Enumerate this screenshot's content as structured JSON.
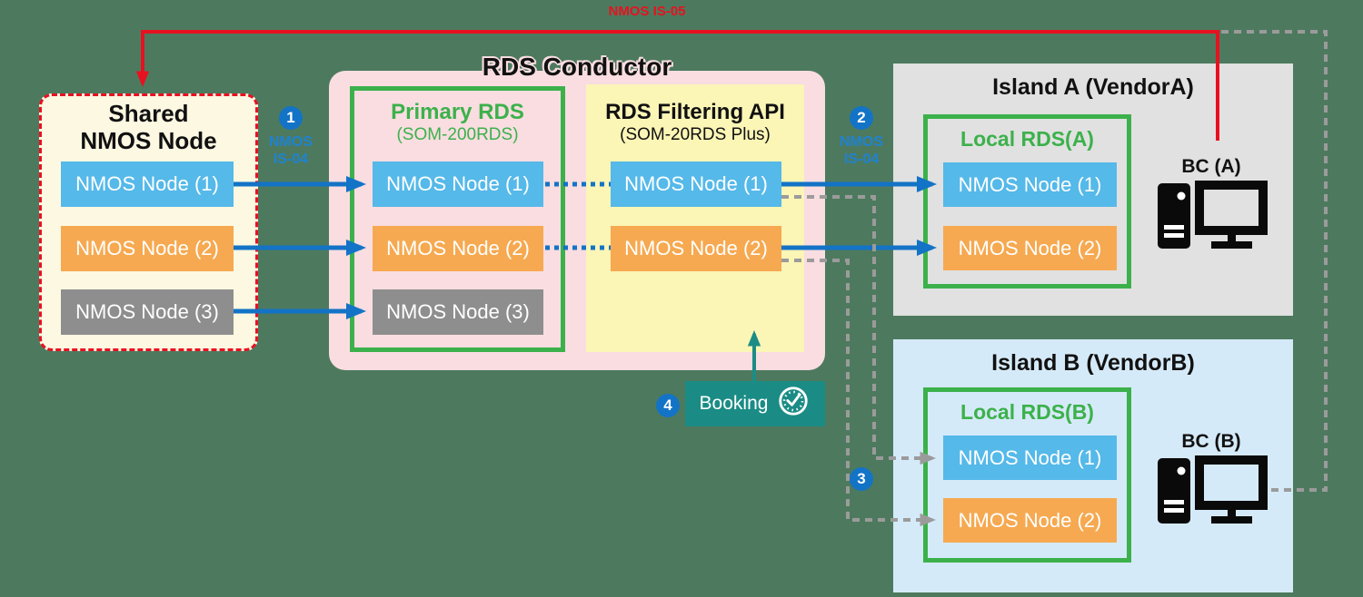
{
  "colors": {
    "bg": "#4d7a5e",
    "pink": "#f9dde1",
    "cream": "#fdf8e1",
    "yellow": "#fbf5b6",
    "island-a-bg": "#e1e1e1",
    "island-b-bg": "#d5eaf8",
    "node-blue": "#55b9e9",
    "node-orange": "#f6a950",
    "node-gray": "#8e8e8e",
    "green": "#3cb14b",
    "arrow-blue": "#1373c6",
    "blue-text": "#1f82d2",
    "red": "#e81120",
    "teal": "#1b8c85",
    "dash-gray": "#9b9b9b",
    "icon-black": "#0a0a0a",
    "title-black": "#111111"
  },
  "labels": {
    "is05": "NMOS IS-05",
    "is04_line1": "NMOS",
    "is04_line2": "IS-04"
  },
  "steps": {
    "s1": "1",
    "s2": "2",
    "s3": "3",
    "s4": "4"
  },
  "shared": {
    "title_line1": "Shared",
    "title_line2": "NMOS Node",
    "nodes": [
      {
        "label": "NMOS Node (1)",
        "color": "blue"
      },
      {
        "label": "NMOS Node (2)",
        "color": "orange"
      },
      {
        "label": "NMOS Node (3)",
        "color": "gray"
      }
    ]
  },
  "conductor": {
    "title": "RDS Conductor",
    "primary": {
      "title": "Primary RDS",
      "subtitle": "(SOM-200RDS)",
      "nodes": [
        {
          "label": "NMOS Node (1)",
          "color": "blue"
        },
        {
          "label": "NMOS Node (2)",
          "color": "orange"
        },
        {
          "label": "NMOS Node (3)",
          "color": "gray"
        }
      ]
    },
    "filtering": {
      "title": "RDS Filtering API",
      "subtitle": "(SOM-20RDS Plus)",
      "nodes": [
        {
          "label": "NMOS Node (1)",
          "color": "blue"
        },
        {
          "label": "NMOS Node (2)",
          "color": "orange"
        }
      ]
    }
  },
  "island_a": {
    "title": "Island A (VendorA)",
    "local_rds": {
      "title": "Local RDS(A)",
      "nodes": [
        {
          "label": "NMOS Node (1)",
          "color": "blue"
        },
        {
          "label": "NMOS Node (2)",
          "color": "orange"
        }
      ]
    },
    "bc_label": "BC (A)"
  },
  "island_b": {
    "title": "Island B (VendorB)",
    "local_rds": {
      "title": "Local RDS(B)",
      "nodes": [
        {
          "label": "NMOS Node (1)",
          "color": "blue"
        },
        {
          "label": "NMOS Node (2)",
          "color": "orange"
        }
      ]
    },
    "bc_label": "BC (B)"
  },
  "booking": {
    "label": "Booking"
  },
  "icons": {
    "bc": "desktop-computer-icon",
    "booking": "clock-icon"
  }
}
